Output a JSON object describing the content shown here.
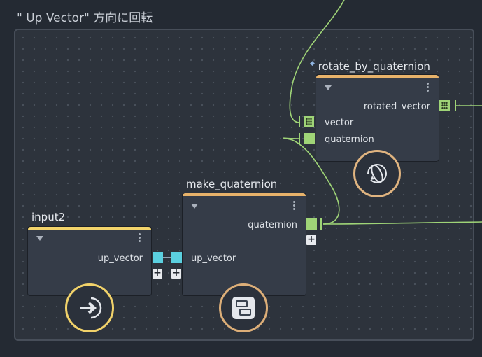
{
  "graph_title": "\" Up Vector\" 方向に回転",
  "nodes": {
    "rotate": {
      "title": "rotate_by_quaternion",
      "outputs": [
        "rotated_vector"
      ],
      "inputs": [
        "vector",
        "quaternion"
      ],
      "accent": "#e7b26a"
    },
    "make_quat": {
      "title": "make_quaternion",
      "outputs": [
        "quaternion"
      ],
      "inputs": [
        "up_vector"
      ],
      "accent": "#e7b26a"
    },
    "input2": {
      "title": "input2",
      "outputs": [
        "up_vector"
      ],
      "accent": "#f3d46b"
    }
  },
  "icons": {
    "rotate": "orbit-rotate-icon",
    "make_quat": "compose-blocks-icon",
    "input2": "arrow-input-icon"
  },
  "colors": {
    "background": "#242a33",
    "frame": "#2d333c",
    "node": "#353c48",
    "wire": "#9fd477",
    "vector_port": "#5bd0e0",
    "quaternion_port": "#9fd477"
  }
}
